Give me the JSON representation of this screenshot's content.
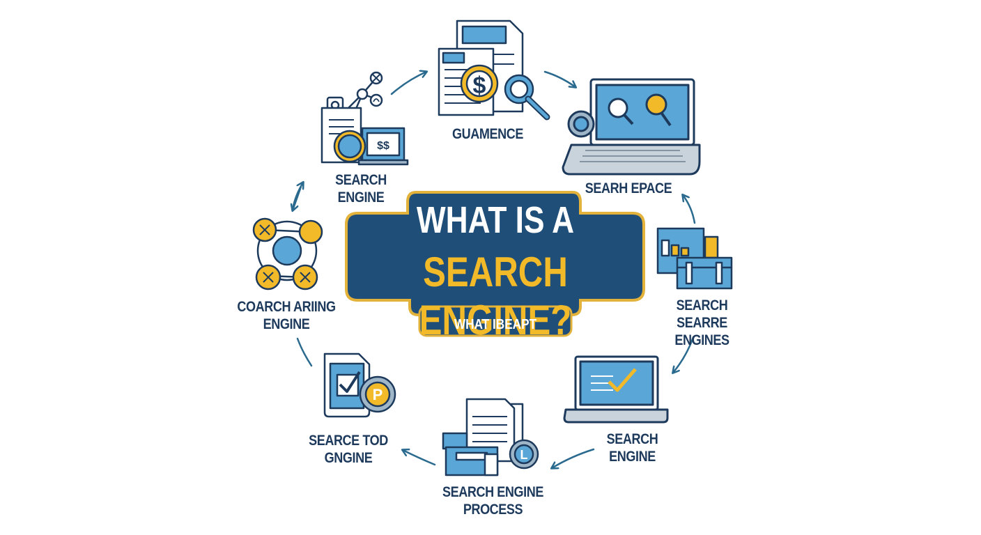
{
  "title": {
    "line1": "WHAT IS A",
    "line2": "SEARCH ENGINE?",
    "subtitle": "WHAT IBEAPT ENRPNCS"
  },
  "nodes": {
    "top_center": "GUAMENCE",
    "top_left": "SEARCH ENGINE",
    "top_right": "SEARH EPACE",
    "mid_left": [
      "COARCH ARIING",
      "ENGINE"
    ],
    "mid_right": [
      "SEARCH SEARRE",
      "ENGINES"
    ],
    "bottom_left": [
      "SEARCE TOD",
      "GNGINE"
    ],
    "bottom_center": [
      "SEARCH ENGINE",
      "PROCESS"
    ],
    "bottom_right": [
      "SEARCH",
      "ENGINE"
    ]
  },
  "icon_glyphs": {
    "dollar": "$",
    "cash_screen": "$$",
    "coin_p": "P",
    "clock_l": "L"
  },
  "colors": {
    "navy": "#1d3a5c",
    "blue": "#5aa6d6",
    "panel": "#1f4e79",
    "gold": "#f2b928",
    "arrow": "#2a6a8e"
  }
}
